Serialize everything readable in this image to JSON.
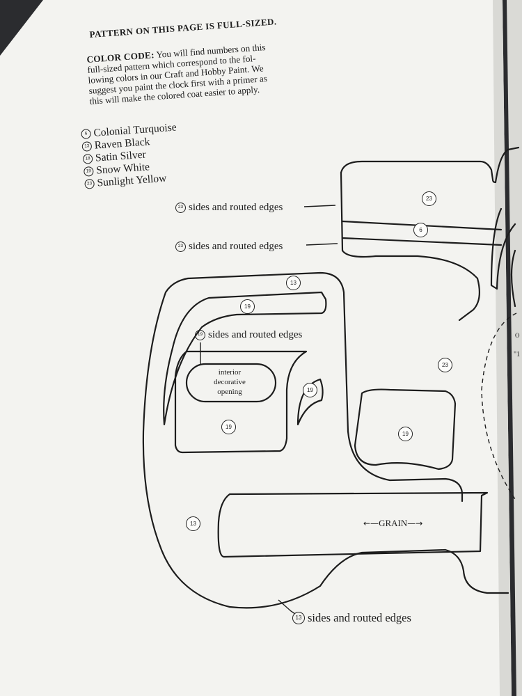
{
  "heading": "PATTERN ON THIS PAGE IS FULL-SIZED.",
  "intro": {
    "label": "COLOR CODE:",
    "lines": [
      " You will find numbers on this",
      "full-sized pattern which correspond to the fol-",
      "lowing colors in our Craft and Hobby Paint. We",
      "suggest you paint the clock first with a primer as",
      "this will make the colored coat easier to apply."
    ]
  },
  "legend": [
    {
      "code": "6",
      "name": "Colonial Turquoise"
    },
    {
      "code": "13",
      "name": "Raven Black"
    },
    {
      "code": "18",
      "name": "Satin Silver"
    },
    {
      "code": "19",
      "name": "Snow White"
    },
    {
      "code": "23",
      "name": "Sunlight Yellow"
    }
  ],
  "callouts": {
    "top_1": {
      "code": "23",
      "text": "sides and routed edges"
    },
    "top_2": {
      "code": "23",
      "text": "sides and routed edges"
    },
    "middle": {
      "code": "19",
      "text": "sides and routed edges"
    },
    "bottom": {
      "code": "13",
      "text": "sides and routed edges"
    }
  },
  "bubbles": {
    "b23_top": "23",
    "b6": "6",
    "b13_top": "13",
    "b19_bar": "19",
    "b19_small": "19",
    "b19_inner": "19",
    "b23_right": "23",
    "b19_right": "19",
    "b13_left": "13"
  },
  "opening_label": [
    "interior",
    "decorative",
    "opening"
  ],
  "grain": {
    "arrow_left": "←—",
    "text": "GRAIN",
    "arrow_right": "—→"
  },
  "colors": {
    "paper": "#f4f4f1",
    "ink": "#1d1d1d",
    "background": "#2a2b2e"
  }
}
